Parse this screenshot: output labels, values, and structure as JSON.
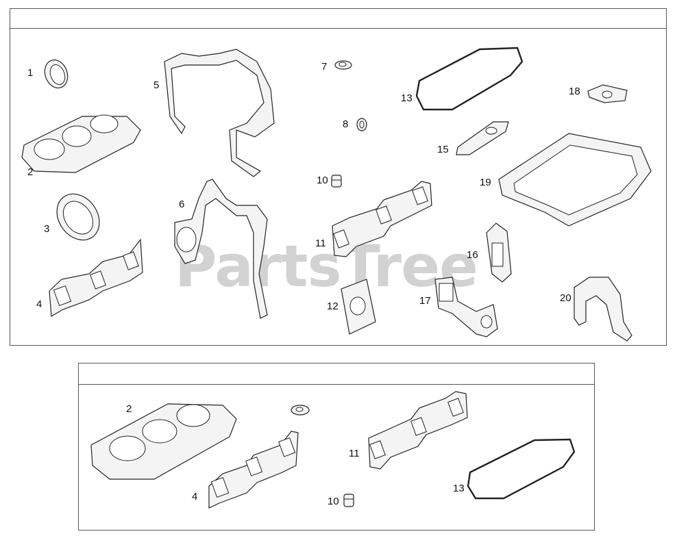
{
  "watermark": "PartsTree",
  "panel_top": {
    "callouts": {
      "c1": "1",
      "c2": "2",
      "c3": "3",
      "c4": "4",
      "c5": "5",
      "c6": "6",
      "c7": "7",
      "c8": "8",
      "c10": "10",
      "c11": "11",
      "c12": "12",
      "c13": "13",
      "c15": "15",
      "c16": "16",
      "c17": "17",
      "c18": "18",
      "c19": "19",
      "c20": "20"
    }
  },
  "panel_bottom": {
    "callouts": {
      "c2": "2",
      "c4": "4",
      "c10": "10",
      "c11": "11",
      "c13": "13"
    }
  }
}
